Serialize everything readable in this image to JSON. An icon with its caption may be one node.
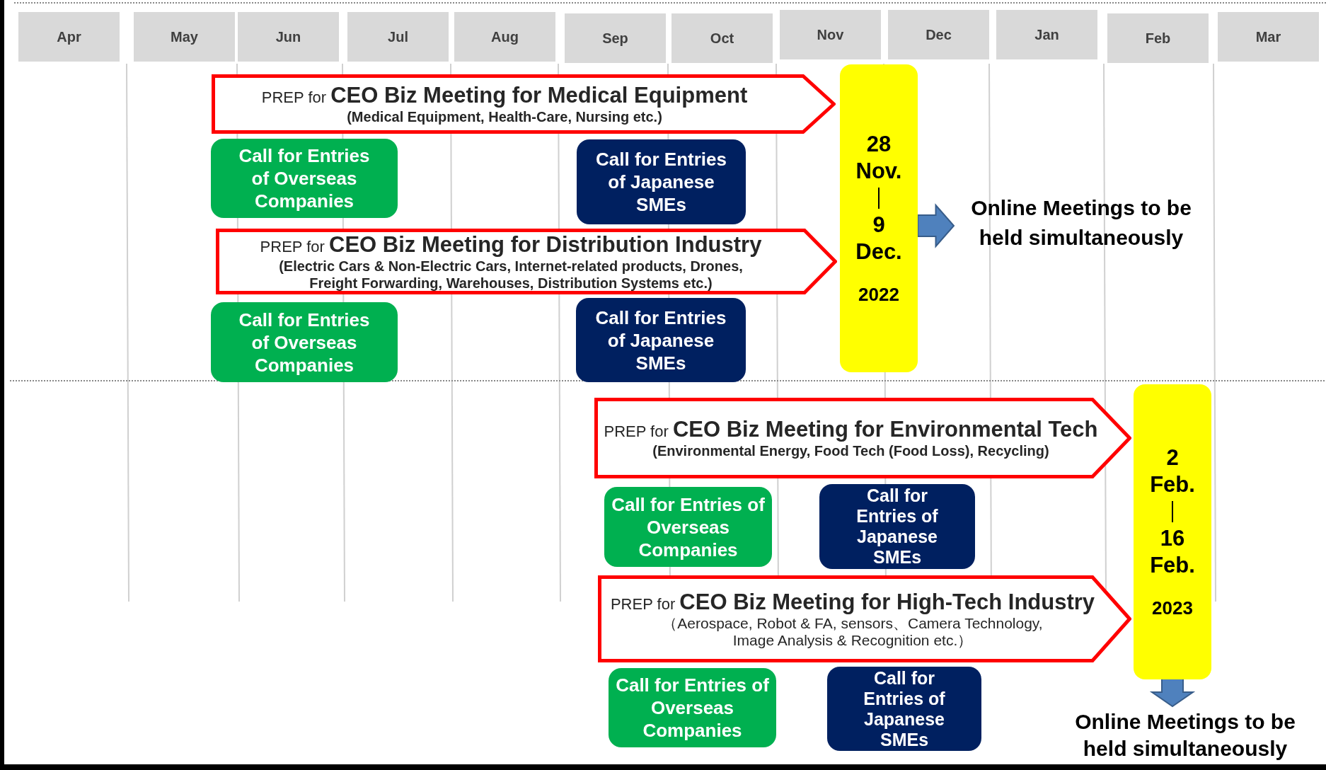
{
  "diagram": {
    "nodes": [
      {
        "text": [
          "Apr"
        ]
      },
      {
        "text": [
          "May"
        ]
      },
      {
        "text": [
          "Jun"
        ]
      },
      {
        "text": [
          "Jul"
        ]
      },
      {
        "text": [
          "Aug"
        ]
      },
      {
        "text": [
          "Sep"
        ]
      },
      {
        "text": [
          "Oct"
        ]
      },
      {
        "text": [
          "Nov"
        ]
      },
      {
        "text": [
          "Dec"
        ]
      },
      {
        "text": [
          "Jan"
        ]
      },
      {
        "text": [
          "Feb"
        ]
      },
      {
        "text": [
          "Mar"
        ]
      },
      {
        "text": [
          "PREP for **CEO Biz Meeting for Medical Equipment**",
          "(Medical Equipment, Health-Care, Nursing etc.)"
        ]
      },
      {
        "text": [
          "Call for Entries of Overseas Companies"
        ]
      },
      {
        "text": [
          "Call for Entries of Japanese SMEs"
        ]
      },
      {
        "text": [
          "PREP for **CEO Biz Meeting for Distribution Industry**",
          "(Electric Cars & Non-Electric Cars, Internet-related products, Drones, Freight Forwarding, Warehouses, Distribution Systems etc.)"
        ]
      },
      {
        "text": [
          "Call for Entries of Overseas Companies"
        ]
      },
      {
        "text": [
          "Call for Entries of Japanese SMEs"
        ]
      },
      {
        "text": [
          "28 Nov.",
          "9 Dec.",
          "2022"
        ]
      },
      {
        "text": [
          "Online Meetings to be held simultaneously"
        ]
      },
      {
        "text": [
          "PREP for **CEO Biz Meeting for Environmental Tech**",
          "(Environmental Energy, Food Tech (Food Loss), Recycling)"
        ]
      },
      {
        "text": [
          "Call for Entries of Overseas Companies"
        ]
      },
      {
        "text": [
          "Call for Entries of Japanese SMEs"
        ]
      },
      {
        "text": [
          "PREP for **CEO Biz Meeting for High-Tech Industry**",
          "（Aerospace, Robot & FA, sensors、Camera Technology, Image Analysis & Recognition etc.）"
        ]
      },
      {
        "text": [
          "Call for Entries of Overseas Companies"
        ]
      },
      {
        "text": [
          "Call for Entries of Japanese SMEs"
        ]
      },
      {
        "text": [
          "2 Feb.",
          "16 Feb.",
          "2023"
        ]
      },
      {
        "text": [
          "Online Meetings to be held simultaneously"
        ]
      }
    ],
    "edges": [
      {
        "from": 18,
        "to": 19,
        "arrow": "to"
      },
      {
        "from": 26,
        "to": 27,
        "arrow": "to"
      }
    ]
  }
}
